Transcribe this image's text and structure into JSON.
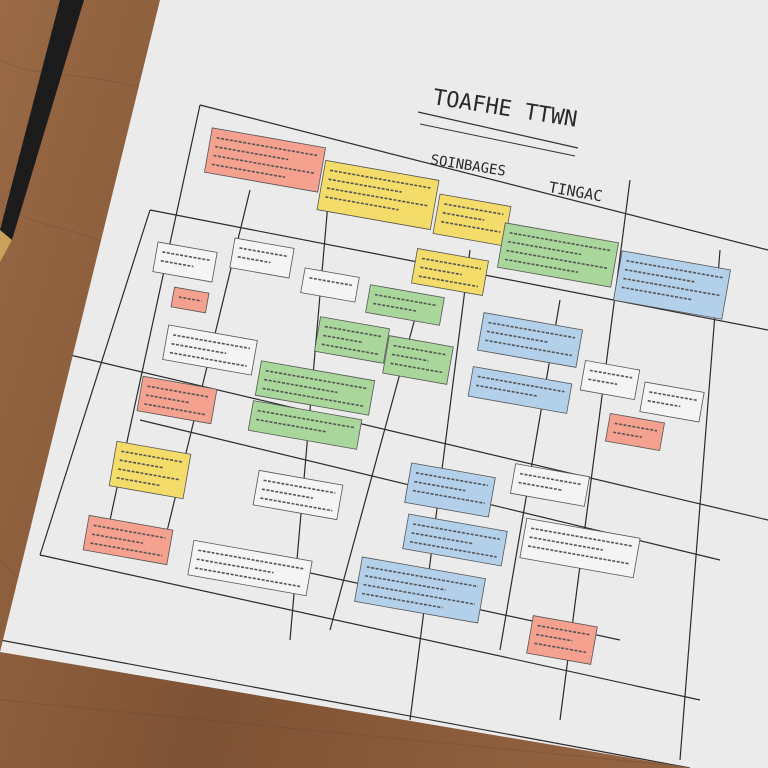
{
  "diagram": {
    "title": "TOAFHE TTWN",
    "subtitle_left": "SOINBAGES",
    "subtitle_right": "TINGAC"
  },
  "colors": {
    "desk": "#8a5a38",
    "paper": "#ececec",
    "red": "#f4a190",
    "yellow": "#f3dc6a",
    "green": "#a9d69a",
    "blue": "#b3d0ea",
    "white": "#f4f4f4",
    "pen": "#1e1e1e"
  }
}
